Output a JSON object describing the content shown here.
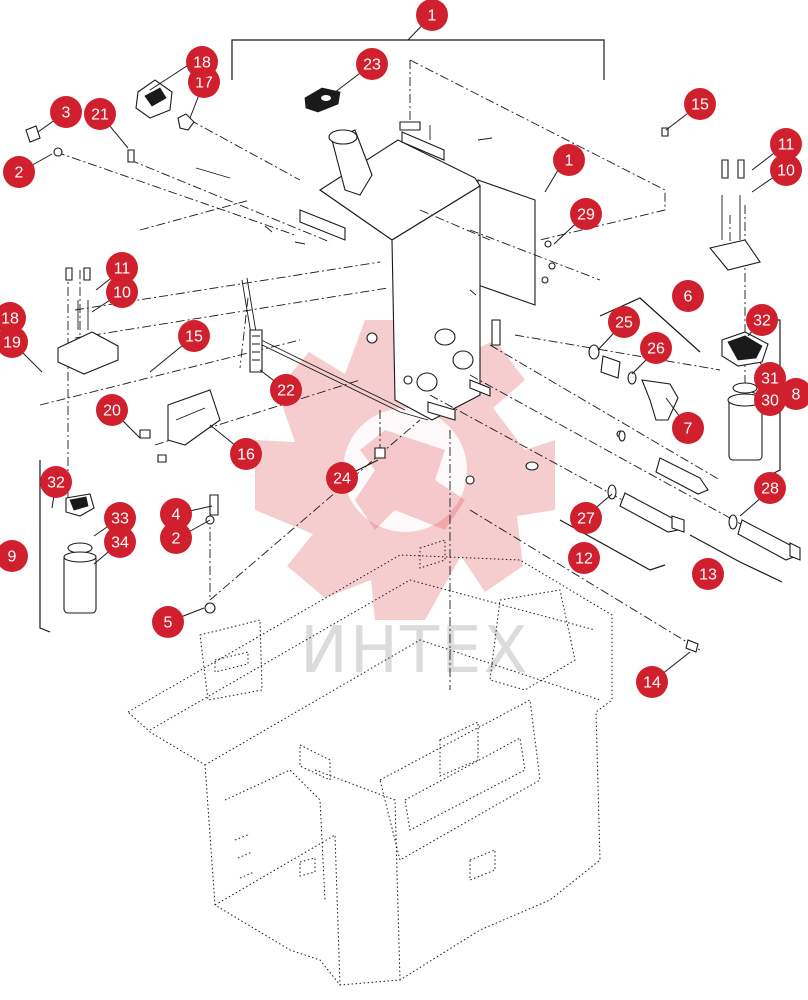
{
  "watermark": {
    "text": "ИНТЕХ",
    "color": "#d0202e"
  },
  "callout_color": "#d0202e",
  "callouts": [
    {
      "label": "1",
      "name": "callout-1-top"
    },
    {
      "label": "1",
      "name": "callout-1-tank"
    },
    {
      "label": "2",
      "name": "callout-2-left"
    },
    {
      "label": "2",
      "name": "callout-2-center"
    },
    {
      "label": "3",
      "name": "callout-3"
    },
    {
      "label": "4",
      "name": "callout-4"
    },
    {
      "label": "5",
      "name": "callout-5"
    },
    {
      "label": "6",
      "name": "callout-6"
    },
    {
      "label": "7",
      "name": "callout-7"
    },
    {
      "label": "8",
      "name": "callout-8"
    },
    {
      "label": "9",
      "name": "callout-9"
    },
    {
      "label": "10",
      "name": "callout-10-left"
    },
    {
      "label": "10",
      "name": "callout-10-right"
    },
    {
      "label": "11",
      "name": "callout-11-left"
    },
    {
      "label": "11",
      "name": "callout-11-right"
    },
    {
      "label": "12",
      "name": "callout-12"
    },
    {
      "label": "13",
      "name": "callout-13"
    },
    {
      "label": "14",
      "name": "callout-14"
    },
    {
      "label": "15",
      "name": "callout-15-right"
    },
    {
      "label": "15",
      "name": "callout-15-left"
    },
    {
      "label": "16",
      "name": "callout-16"
    },
    {
      "label": "17",
      "name": "callout-17"
    },
    {
      "label": "18",
      "name": "callout-18"
    },
    {
      "label": "18",
      "name": "callout-18-edge"
    },
    {
      "label": "19",
      "name": "callout-19"
    },
    {
      "label": "20",
      "name": "callout-20"
    },
    {
      "label": "21",
      "name": "callout-21"
    },
    {
      "label": "22",
      "name": "callout-22"
    },
    {
      "label": "23",
      "name": "callout-23"
    },
    {
      "label": "24",
      "name": "callout-24"
    },
    {
      "label": "25",
      "name": "callout-25"
    },
    {
      "label": "26",
      "name": "callout-26"
    },
    {
      "label": "27",
      "name": "callout-27"
    },
    {
      "label": "28",
      "name": "callout-28"
    },
    {
      "label": "29",
      "name": "callout-29"
    },
    {
      "label": "30",
      "name": "callout-30"
    },
    {
      "label": "31",
      "name": "callout-31"
    },
    {
      "label": "32",
      "name": "callout-32-right"
    },
    {
      "label": "32",
      "name": "callout-32-left"
    },
    {
      "label": "33",
      "name": "callout-33"
    },
    {
      "label": "34",
      "name": "callout-34"
    }
  ]
}
